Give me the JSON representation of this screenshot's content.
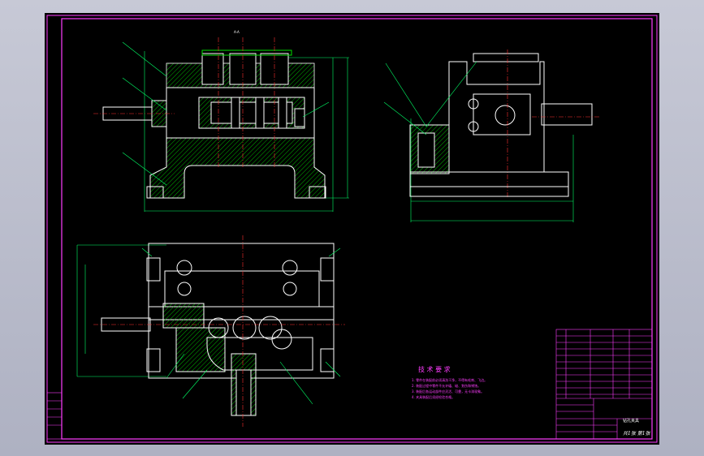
{
  "drawing": {
    "section_label": "A-A",
    "tech_requirements": {
      "title": "技 术 要 求",
      "items": [
        "1. 零件在装配前必须清洗干净，不得有毛刺、飞边。",
        "2. 装配过程中零件不允许磕、碰、划伤和锈蚀。",
        "3. 装配后各运动部件应灵活、可靠，无卡滞现象。",
        "4. 夹具装配后须经检验合格。"
      ]
    },
    "title_block": {
      "name": "钻孔夹具",
      "sheet": "共1张 第1张"
    },
    "colors": {
      "background": "#000000",
      "border": "#ff3cff",
      "outline": "#ffffff",
      "hatch": "#00e000",
      "center": "#ff3030",
      "dimension": "#00ff66"
    }
  }
}
